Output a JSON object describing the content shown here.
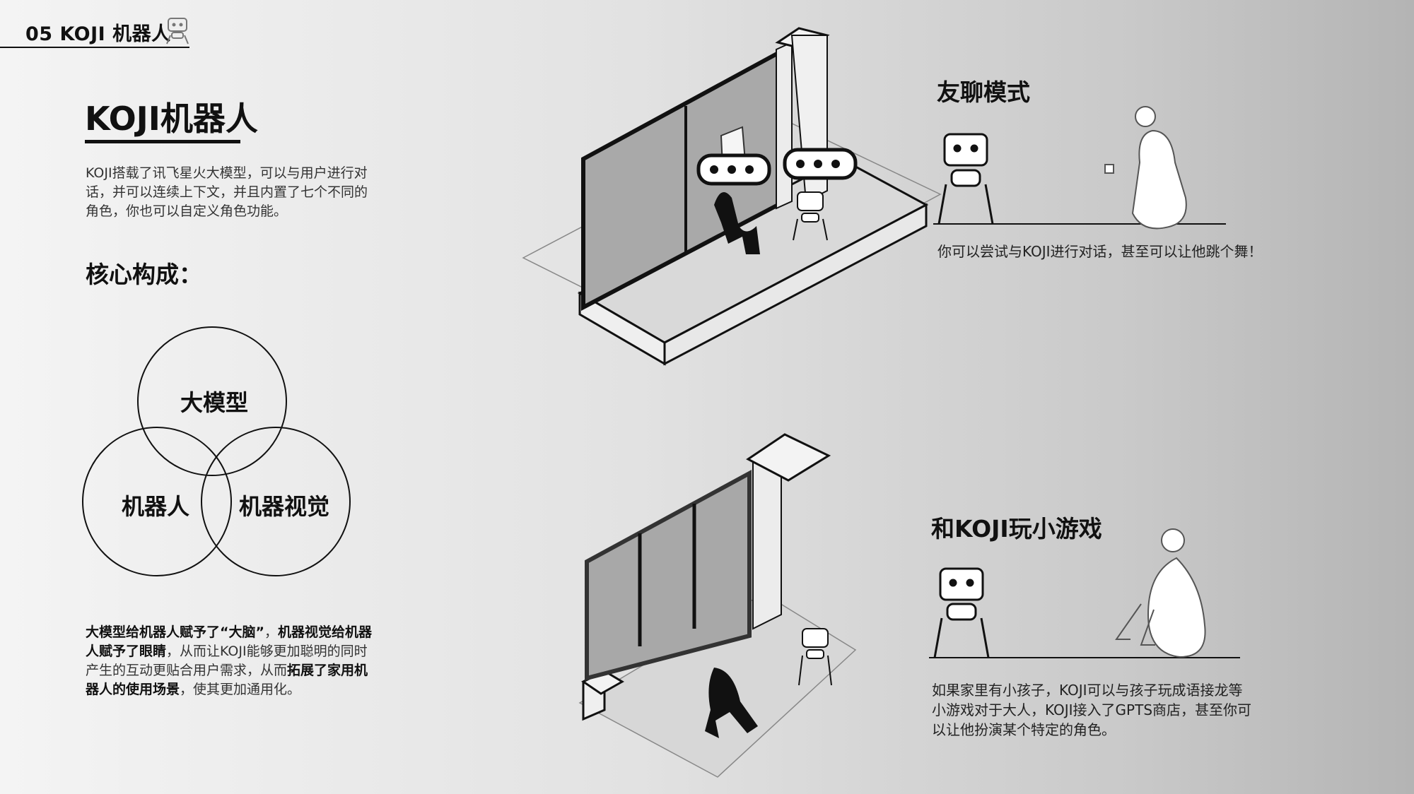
{
  "header": {
    "label": "05  KOJI 机器人"
  },
  "title": "KOJI机器人",
  "intro": "KOJI搭载了讯飞星火大模型，可以与用户进行对话，并可以连续上下文，并且内置了七个不同的角色，你也可以自定义角色功能。",
  "core_heading": "核心构成：",
  "venn": {
    "top": "大模型",
    "left": "机器人",
    "right": "机器视觉"
  },
  "summary": {
    "p1_bold": "大模型给机器人赋予了“大脑”",
    "p2": "，",
    "p3_bold": "机器视觉给机器人赋予了眼睛",
    "p4": "，从而让KOJI能够更加聪明的同时产生的互动更贴合用户需求，从而",
    "p5_bold": "拓展了家用机器人的使用场景",
    "p6": "，使其更加通用化。"
  },
  "modes": [
    {
      "title": "友聊模式",
      "caption": "你可以尝试与KOJI进行对话，甚至可以让他跳个舞！"
    },
    {
      "title": "和KOJI玩小游戏",
      "caption": "如果家里有小孩子，KOJI可以与孩子玩成语接龙等小游戏对于大人，KOJI接入了GPTS商店，甚至你可以让他扮演某个特定的角色。"
    }
  ]
}
